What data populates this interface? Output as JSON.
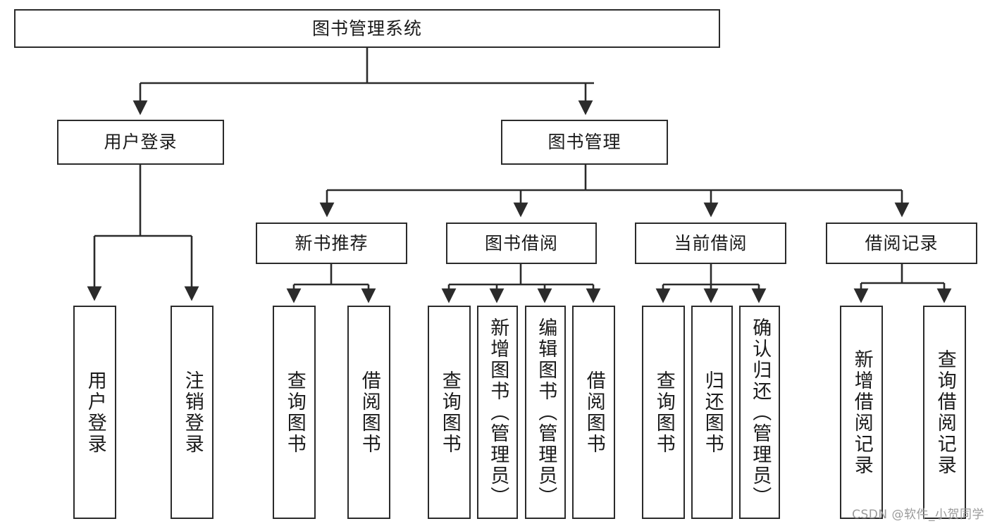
{
  "diagram": {
    "title": "图书管理系统",
    "type": "tree-hierarchy-chart",
    "colors": {
      "box_border": "#2b2b2b",
      "box_fill": "#ffffff",
      "edge": "#2b2b2b",
      "text": "#1a1a1a",
      "watermark": "#9a9a9a",
      "background": "#ffffff"
    },
    "root": {
      "label": "图书管理系统"
    },
    "level2": [
      {
        "label": "用户登录"
      },
      {
        "label": "图书管理"
      }
    ],
    "level3": [
      {
        "label": "新书推荐"
      },
      {
        "label": "图书借阅"
      },
      {
        "label": "当前借阅"
      },
      {
        "label": "借阅记录"
      }
    ],
    "leaves": {
      "user_login": [
        {
          "label": "用户登录"
        },
        {
          "label": "注销登录"
        }
      ],
      "new_book_recommend": [
        {
          "label": "查询图书"
        },
        {
          "label": "借阅图书"
        }
      ],
      "book_borrow": [
        {
          "label": "查询图书"
        },
        {
          "label": "新增图书（管理员）"
        },
        {
          "label": "编辑图书（管理员）"
        },
        {
          "label": "借阅图书"
        }
      ],
      "current_borrow": [
        {
          "label": "查询图书"
        },
        {
          "label": "归还图书"
        },
        {
          "label": "确认归还（管理员）"
        }
      ],
      "borrow_record": [
        {
          "label": "新增借阅记录"
        },
        {
          "label": "查询借阅记录"
        }
      ]
    },
    "watermark": "CSDN @软件_小贺同学"
  }
}
